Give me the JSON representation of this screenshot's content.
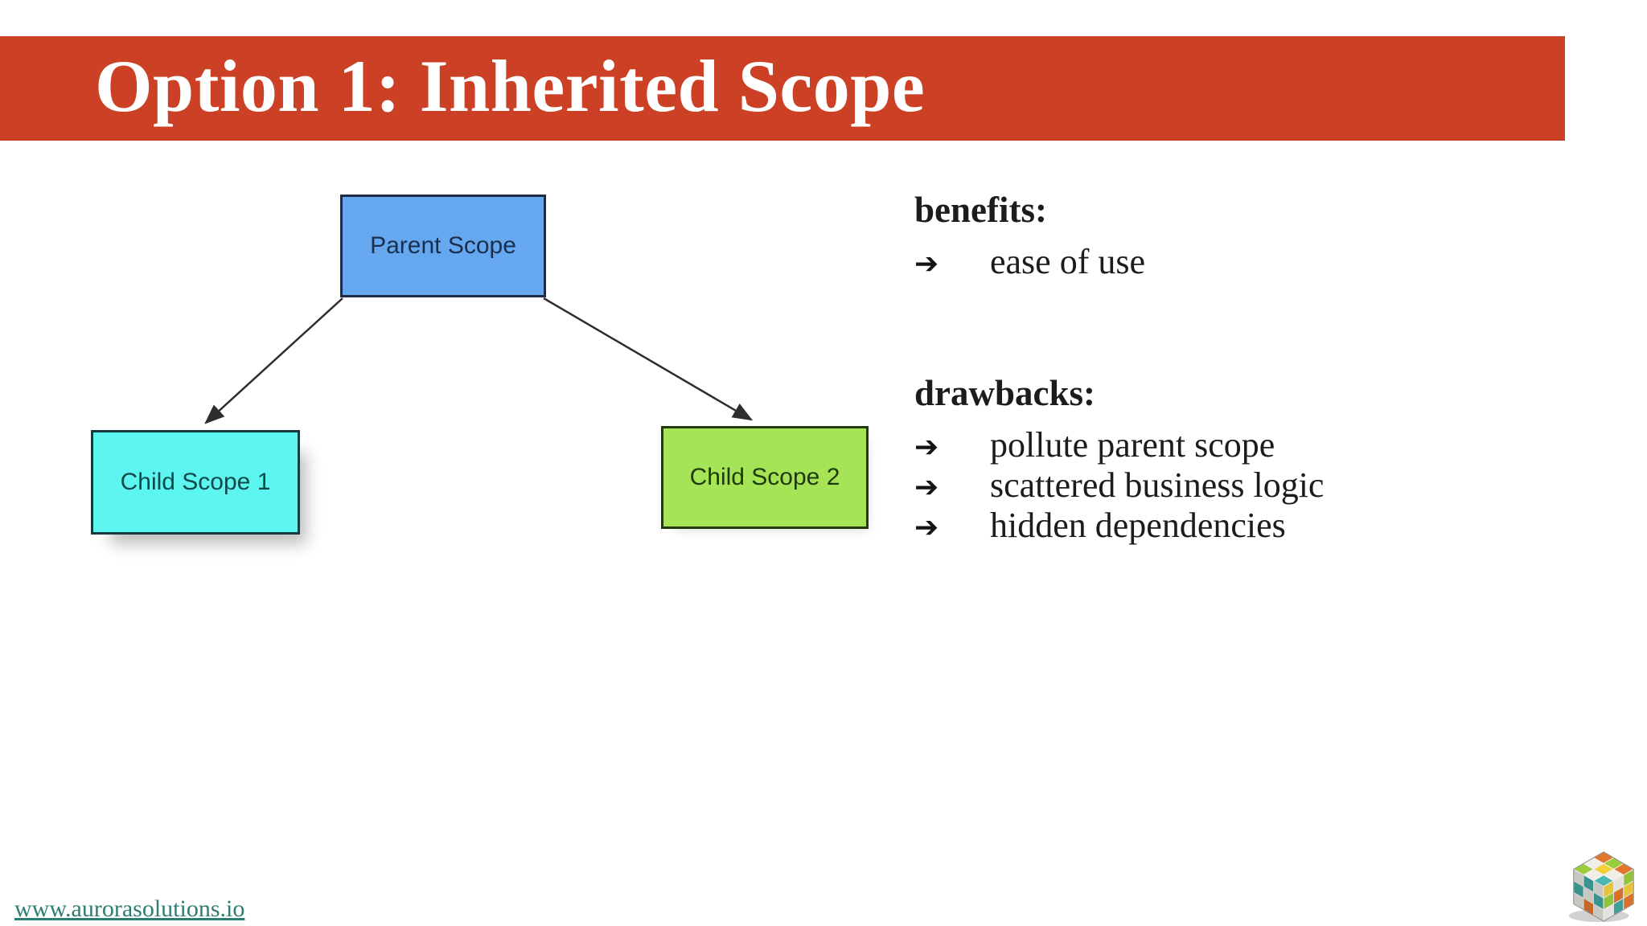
{
  "slide": {
    "title": "Option 1: Inherited Scope",
    "footer_link": "www.aurorasolutions.io"
  },
  "bullets": {
    "glyph": "➔"
  },
  "diagram": {
    "nodes": [
      {
        "label": "Parent Scope",
        "fill": "#65a8f0"
      },
      {
        "label": "Child Scope 1",
        "fill": "#5df5f0"
      },
      {
        "label": "Child Scope 2",
        "fill": "#a5e456"
      }
    ],
    "edges": [
      {
        "from": "Parent Scope",
        "to": "Child Scope 1"
      },
      {
        "from": "Parent Scope",
        "to": "Child Scope 2"
      }
    ]
  },
  "benefits": {
    "heading": "benefits:",
    "items": [
      "ease of use"
    ]
  },
  "drawbacks": {
    "heading": "drawbacks:",
    "items": [
      "pollute parent scope",
      "scattered business logic",
      "hidden dependencies"
    ]
  },
  "colors": {
    "accent_red": "#cc4125",
    "link_teal": "#2e7d72",
    "connector_dark": "#2e2e2e"
  },
  "logo": {
    "name": "aurora-solutions-rubiks-cube"
  }
}
